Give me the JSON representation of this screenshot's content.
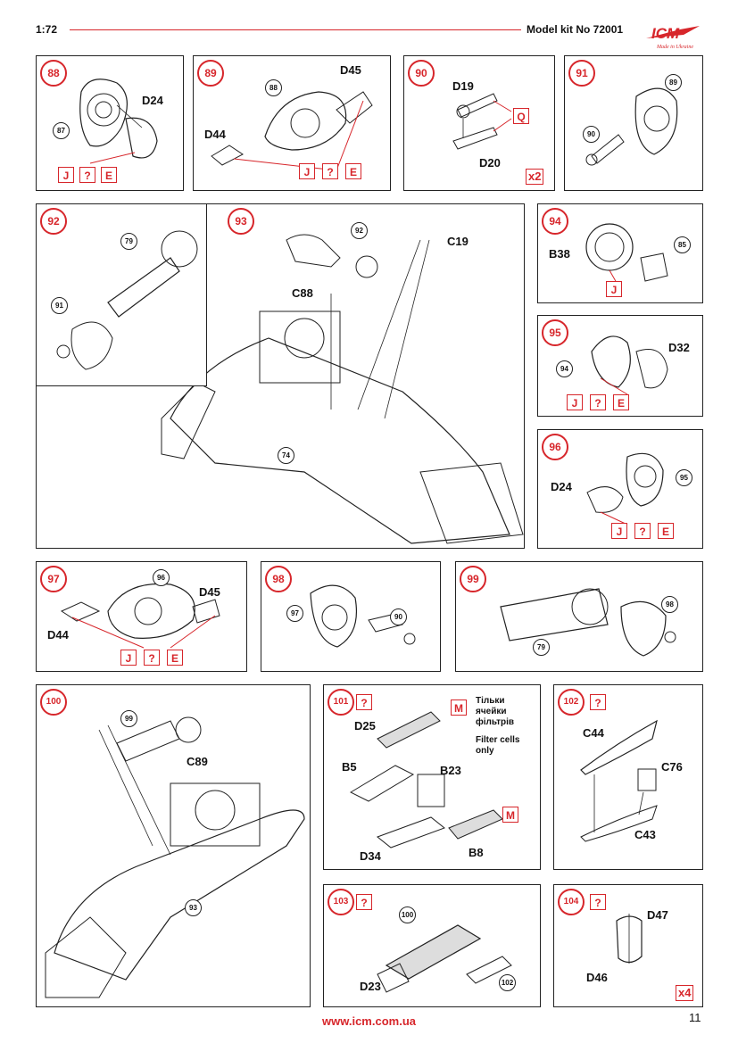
{
  "header": {
    "scale": "1:72",
    "kit": "Model kit No 72001",
    "logo_text": "ICM",
    "logo_tagline": "Made in Ukraine"
  },
  "footer": {
    "url": "www.icm.com.ua",
    "page": "11"
  },
  "icons": {
    "ref": "ring-ref-icon",
    "symbol": "question-mark-symbol"
  },
  "colors": {
    "accent": "#d7262b",
    "ink": "#111111"
  },
  "steps": {
    "s88": {
      "num": "88",
      "labels": [
        "D24"
      ],
      "refs": [
        "87"
      ],
      "symbols": [
        "J",
        "?",
        "E"
      ]
    },
    "s89": {
      "num": "89",
      "labels": [
        "D45",
        "D44"
      ],
      "refs": [
        "88"
      ],
      "symbols": [
        "J",
        "?",
        "E"
      ]
    },
    "s90": {
      "num": "90",
      "labels": [
        "D19",
        "D20"
      ],
      "symbols": [
        "Q"
      ],
      "qty": "x2"
    },
    "s91": {
      "num": "91",
      "refs": [
        "89",
        "90"
      ]
    },
    "s92": {
      "num": "92",
      "refs": [
        "79",
        "91"
      ]
    },
    "s93": {
      "num": "93",
      "labels": [
        "C19",
        "C88"
      ],
      "refs": [
        "92",
        "74"
      ]
    },
    "s94": {
      "num": "94",
      "labels": [
        "B38"
      ],
      "refs": [
        "85"
      ],
      "symbols": [
        "J"
      ]
    },
    "s95": {
      "num": "95",
      "labels": [
        "D32"
      ],
      "refs": [
        "94"
      ],
      "symbols": [
        "J",
        "?",
        "E"
      ]
    },
    "s96": {
      "num": "96",
      "labels": [
        "D24"
      ],
      "refs": [
        "95"
      ],
      "symbols": [
        "J",
        "?",
        "E"
      ]
    },
    "s97": {
      "num": "97",
      "labels": [
        "D45",
        "D44"
      ],
      "refs": [
        "96"
      ],
      "symbols": [
        "J",
        "?",
        "E"
      ]
    },
    "s98": {
      "num": "98",
      "refs": [
        "97",
        "90"
      ]
    },
    "s99": {
      "num": "99",
      "refs": [
        "98",
        "79"
      ]
    },
    "s100": {
      "num": "100",
      "labels": [
        "C89"
      ],
      "refs": [
        "99",
        "93"
      ]
    },
    "s101": {
      "num": "101",
      "labels": [
        "D25",
        "B5",
        "B23",
        "D34",
        "B8"
      ],
      "symbols": [
        "?",
        "M",
        "M"
      ],
      "note_ua": "Тільки ячейки фільтрів",
      "note_en": "Filter cells only"
    },
    "s102": {
      "num": "102",
      "labels": [
        "C44",
        "C76",
        "C43"
      ],
      "symbols": [
        "?"
      ]
    },
    "s103": {
      "num": "103",
      "labels": [
        "D23"
      ],
      "refs": [
        "100",
        "102"
      ],
      "symbols": [
        "?"
      ]
    },
    "s104": {
      "num": "104",
      "labels": [
        "D47",
        "D46"
      ],
      "symbols": [
        "?"
      ],
      "qty": "x4"
    }
  }
}
